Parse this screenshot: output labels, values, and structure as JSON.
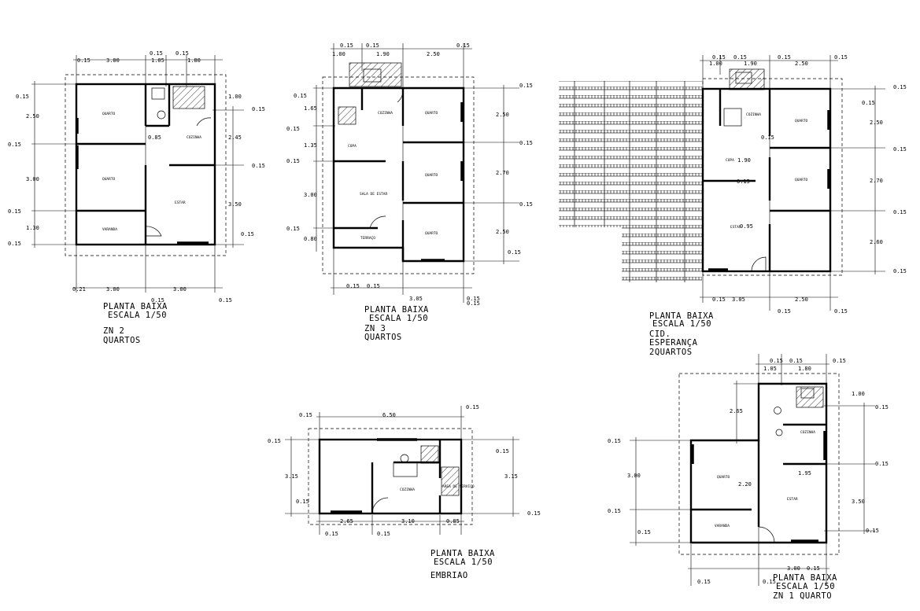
{
  "plans": {
    "zn2": {
      "caption": [
        "PLANTA BAIXA",
        "ESCALA 1/50",
        "ZN 2",
        "QUARTOS"
      ],
      "rooms": [
        "QUARTO",
        "QUARTO",
        "COZINHA",
        "ESTAR",
        "VARANDA"
      ],
      "dims": [
        "0.15",
        "3.00",
        "0.15",
        "1.05",
        "0.15",
        "1.80",
        "0.15",
        "2.50",
        "0.15",
        "3.00",
        "0.15",
        "1.30",
        "0.15",
        "1.00",
        "0.15",
        "2.45",
        "0.15",
        "3.50",
        "0.15",
        "0.85",
        "0.21",
        "3.00",
        "0.15",
        "3.00",
        "0.15"
      ]
    },
    "zn3": {
      "caption": [
        "PLANTA BAIXA",
        "ESCALA 1/50",
        "ZN 3",
        "QUARTOS"
      ],
      "rooms": [
        "COZINHA",
        "QUARTO",
        "COPA",
        "QUARTO",
        "SALA DE ESTAR",
        "TERRAÇO",
        "QUARTO"
      ],
      "dims": [
        "0.15",
        "1.00",
        "0.15",
        "1.90",
        "2.50",
        "0.15",
        "0.15",
        "1.65",
        "0.15",
        "1.35",
        "0.15",
        "3.00",
        "0.15",
        "0.80",
        "0.15",
        "2.50",
        "0.15",
        "2.70",
        "0.15",
        "2.50",
        "0.15",
        "0.15",
        "0.15",
        "3.05",
        "0.15",
        "0.15"
      ]
    },
    "esperanca": {
      "caption": [
        "PLANTA BAIXA",
        "ESCALA 1/50",
        "CID.",
        "ESPERANÇA",
        "2QUARTOS"
      ],
      "rooms": [
        "COZINHA",
        "QUARTO",
        "COPA",
        "QUARTO",
        "ESTAR"
      ],
      "dims": [
        "0.15",
        "1.00",
        "0.15",
        "1.90",
        "0.15",
        "2.50",
        "0.15",
        "0.15",
        "0.15",
        "2.50",
        "0.15",
        "2.70",
        "0.15",
        "2.60",
        "0.15",
        "1.90",
        "0.15",
        "0.95",
        "0.15",
        "3.05",
        "0.15",
        "2.50",
        "0.15",
        "0.15"
      ]
    },
    "embriao": {
      "caption": [
        "PLANTA BAIXA",
        "ESCALA 1/50",
        "EMBRIAO"
      ],
      "rooms": [
        "COZINHA",
        "AREA DE SERVIÇO"
      ],
      "dims": [
        "0.15",
        "6.50",
        "0.15",
        "0.15",
        "3.15",
        "0.15",
        "0.15",
        "3.15",
        "2.65",
        "3.10",
        "0.85",
        "0.15",
        "0.15",
        "0.15"
      ]
    },
    "zn1": {
      "caption": [
        "PLANTA BAIXA",
        "ESCALA 1/50",
        "ZN 1 QUARTO"
      ],
      "rooms": [
        "COZINHA",
        "QUARTO",
        "ESTAR",
        "VARANDA"
      ],
      "dims": [
        "0.15",
        "0.15",
        "1.05",
        "1.80",
        "0.15",
        "1.00",
        "0.15",
        "2.65",
        "0.15",
        "3.00",
        "2.20",
        "1.95",
        "0.15",
        "3.50",
        "0.15",
        "0.15",
        "0.15",
        "3.00",
        "0.15",
        "0.15",
        "0.15"
      ]
    }
  }
}
